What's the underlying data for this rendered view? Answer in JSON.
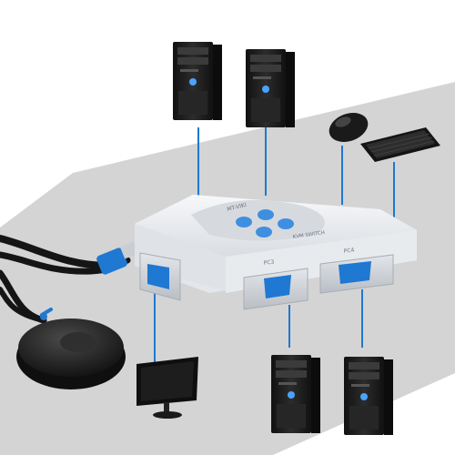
{
  "device": {
    "brand_label": "MT-VIKI",
    "model_label": "KVM SWITCH",
    "port_labels": [
      "PC3",
      "PC4"
    ]
  },
  "colors": {
    "backdrop_gray": "#d4d4d4",
    "switch_body": "#eef0f3",
    "button_blue": "#3f8fe0",
    "cable_blue": "#1f78d1",
    "tower_black": "#1e1e1e"
  },
  "icons": {
    "desktop_tower": "desktop-tower-icon",
    "monitor": "monitor-icon",
    "mouse": "mouse-icon",
    "keyboard": "keyboard-icon",
    "remote_button": "remote-button-icon"
  }
}
